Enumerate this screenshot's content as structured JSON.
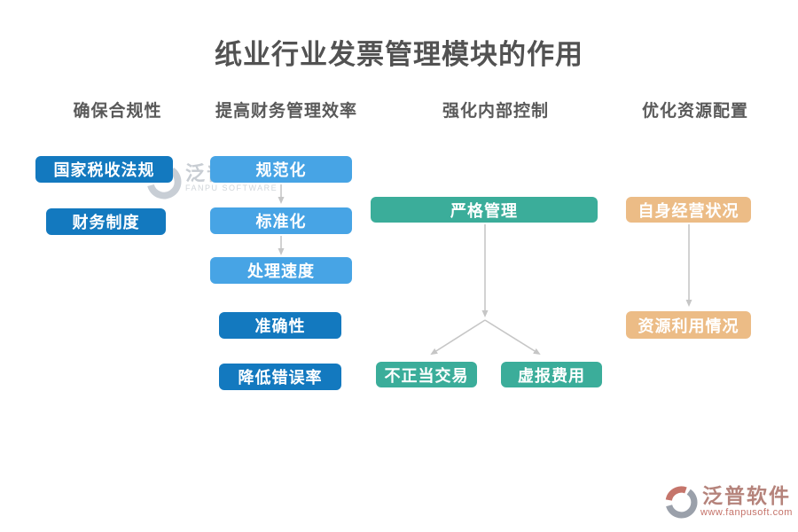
{
  "title": "纸业行业发票管理模块的作用",
  "columns": [
    {
      "header": "确保合规性",
      "items": [
        {
          "label": "国家税收法规",
          "color": "#1379BF"
        },
        {
          "label": "财务制度",
          "color": "#1379BF"
        }
      ]
    },
    {
      "header": "提高财务管理效率",
      "items": [
        {
          "label": "规范化",
          "color": "#47A4E5"
        },
        {
          "label": "标准化",
          "color": "#47A4E5"
        },
        {
          "label": "处理速度",
          "color": "#47A4E5"
        },
        {
          "label": "准确性",
          "color": "#1379BF"
        },
        {
          "label": "降低错误率",
          "color": "#1379BF"
        }
      ]
    },
    {
      "header": "强化内部控制",
      "items": [
        {
          "label": "严格管理",
          "color": "#3BAD9A"
        },
        {
          "label": "不正当交易",
          "color": "#3BAD9A"
        },
        {
          "label": "虚报费用",
          "color": "#3BAD9A"
        }
      ]
    },
    {
      "header": "优化资源配置",
      "items": [
        {
          "label": "自身经营状况",
          "color": "#ECBC86"
        },
        {
          "label": "资源利用情况",
          "color": "#ECBC86"
        }
      ]
    }
  ],
  "watermark": {
    "brand": "泛普软件",
    "brand_en": "FANPU SOFTWARE"
  },
  "footer": {
    "brand": "泛普软件",
    "url": "www.fanpusoft.com"
  },
  "colors": {
    "dark_blue": "#1379BF",
    "light_blue": "#47A4E5",
    "teal": "#3BAD9A",
    "tan": "#ECBC86",
    "arrow_gray": "#c6c6c6",
    "title_gray": "#525252"
  }
}
